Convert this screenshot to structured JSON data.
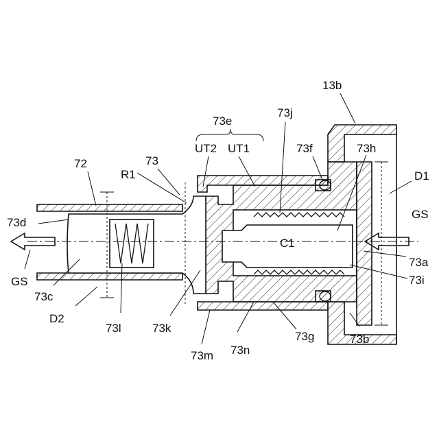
{
  "labels": {
    "13b_top": "13b",
    "73e": "73e",
    "73j": "73j",
    "ut2": "UT2",
    "ut1": "UT1",
    "73f": "73f",
    "73h": "73h",
    "d1": "D1",
    "72": "72",
    "73": "73",
    "r1": "R1",
    "gs_right": "GS",
    "73d": "73d",
    "c1": "C1",
    "73a": "73a",
    "gs_left": "GS",
    "73i": "73i",
    "73c": "73c",
    "d2": "D2",
    "73l": "73l",
    "73k": "73k",
    "73g": "73g",
    "73b": "73b",
    "73m": "73m",
    "73n": "73n"
  }
}
